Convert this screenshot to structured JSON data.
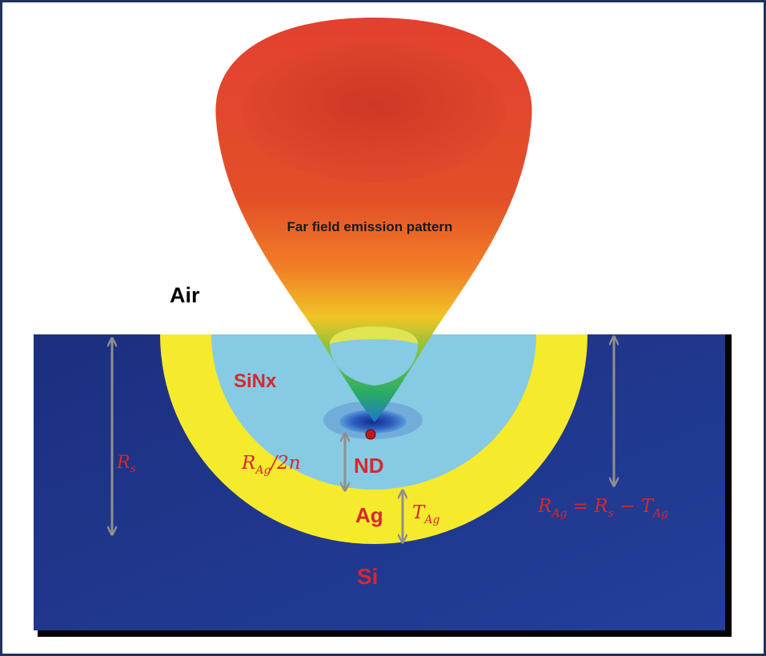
{
  "labels": {
    "emission": "Far field emission pattern",
    "air": "Air",
    "sinx": "SiNx",
    "nd": "ND",
    "ag": "Ag",
    "si": "Si"
  },
  "math": {
    "rs_left": {
      "main": "R",
      "sub": "s"
    },
    "rag_2n": {
      "main": "R",
      "sub": "Ag",
      "tail": "/2n"
    },
    "t_ag": {
      "main": "T",
      "sub": "Ag"
    },
    "equation": {
      "main1": "R",
      "sub1": "Ag",
      "mid": " = R",
      "sub2": "s",
      "mid2": " − T",
      "sub3": "Ag"
    }
  },
  "colors": {
    "substrate": "#1e3589",
    "silver_shell": "#f6ea2c",
    "sinx": "#86cbe3",
    "label_red": "#d7272e",
    "arrow_gray": "#8f8f8f",
    "frame": "#20335e"
  }
}
